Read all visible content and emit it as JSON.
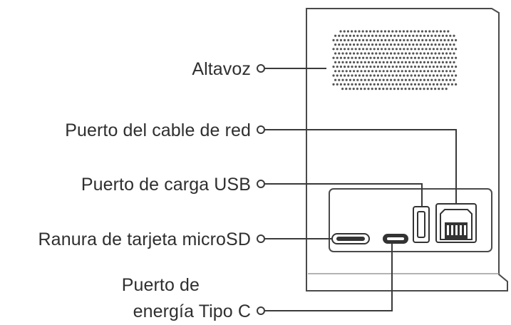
{
  "diagram": {
    "labels": {
      "speaker": "Altavoz",
      "network_port": "Puerto del cable de red",
      "usb_port": "Puerto de carga USB",
      "microsd_slot": "Ranura de tarjeta microSD",
      "power_port_line1": "Puerto de",
      "power_port_line2": "energía Tipo C"
    },
    "colors": {
      "line": "#3a3a3a",
      "device_outline": "#4a4a4a",
      "text": "#2f2f2f"
    }
  }
}
